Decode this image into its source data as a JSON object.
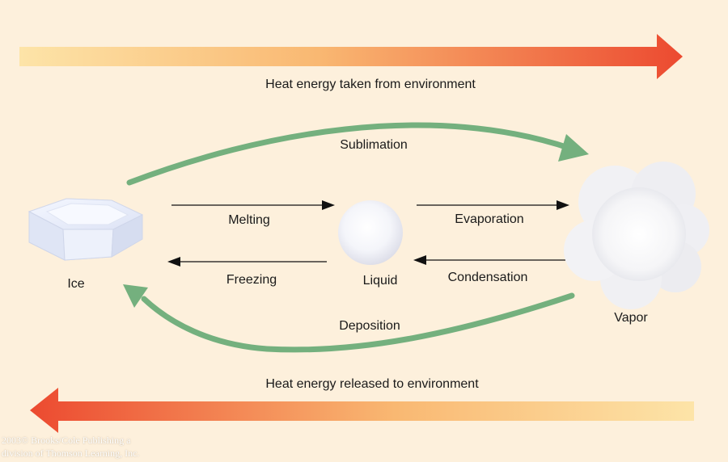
{
  "top_arrow_label": "Heat energy taken from environment",
  "bottom_arrow_label": "Heat energy released to environment",
  "states": {
    "ice": "Ice",
    "liquid": "Liquid",
    "vapor": "Vapor"
  },
  "transitions": {
    "sublimation": "Sublimation",
    "melting": "Melting",
    "evaporation": "Evaporation",
    "freezing": "Freezing",
    "condensation": "Condensation",
    "deposition": "Deposition"
  },
  "copyright": {
    "line1": "2003© Brooks/Cole Publishing a",
    "line2": "division of Thomson Learning, Inc."
  },
  "colors": {
    "background": "#fdf0dc",
    "heat_arrow_dark": "#ec4a30",
    "heat_arrow_light": "#fde7b0",
    "curve_arrow": "#74b07e",
    "thin_arrow": "#111111"
  }
}
